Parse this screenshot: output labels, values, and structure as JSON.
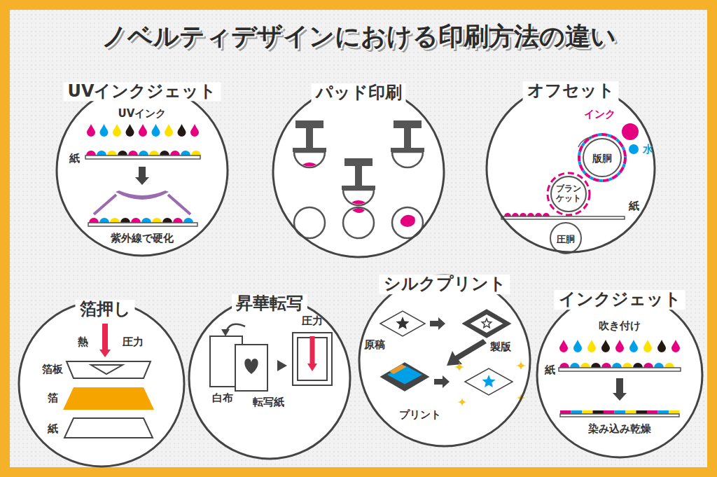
{
  "diagram": {
    "title": "ノベルティデザインにおける印刷方法の違い",
    "nodes": [
      {
        "text": [
          "UVインクジェット",
          "UVインク",
          "紙",
          "紫外線で硬化"
        ]
      },
      {
        "text": [
          "パッド印刷"
        ]
      },
      {
        "text": [
          "オフセット",
          "インク",
          "水",
          "版胴",
          "ブラン ケット",
          "紙",
          "圧胴"
        ]
      },
      {
        "text": [
          "箔押し",
          "熱",
          "圧力",
          "箔板",
          "箔",
          "紙"
        ]
      },
      {
        "text": [
          "昇華転写",
          "圧力",
          "白布",
          "転写紙"
        ]
      },
      {
        "text": [
          "シルクプリント",
          "原稿",
          "製版",
          "プリント"
        ]
      },
      {
        "text": [
          "インクジェット",
          "吹き付け",
          "紙",
          "染み込み乾燥"
        ]
      }
    ]
  }
}
